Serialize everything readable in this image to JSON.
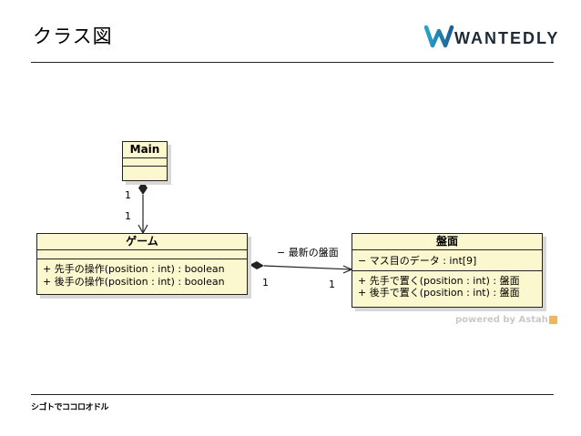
{
  "header": {
    "title": "クラス図",
    "logo_text": "WANTEDLY"
  },
  "diagram": {
    "classes": {
      "main": {
        "name": "Main"
      },
      "game": {
        "name": "ゲーム",
        "operations": [
          "+ 先手の操作(position : int) : boolean",
          "+ 後手の操作(position : int) : boolean"
        ]
      },
      "board": {
        "name": "盤面",
        "attributes": [
          "− マス目のデータ : int[9]"
        ],
        "operations": [
          "+ 先手で置く(position : int) : 盤面",
          "+ 後手で置く(position : int) : 盤面"
        ]
      }
    },
    "associations": {
      "main_game": {
        "source_multiplicity": "1",
        "target_multiplicity": "1"
      },
      "game_board": {
        "role": "− 最新の盤面",
        "source_multiplicity": "1",
        "target_multiplicity": "1"
      }
    },
    "watermark": "powered by Astah"
  },
  "footer": {
    "text": "シゴトでココロオドル"
  }
}
